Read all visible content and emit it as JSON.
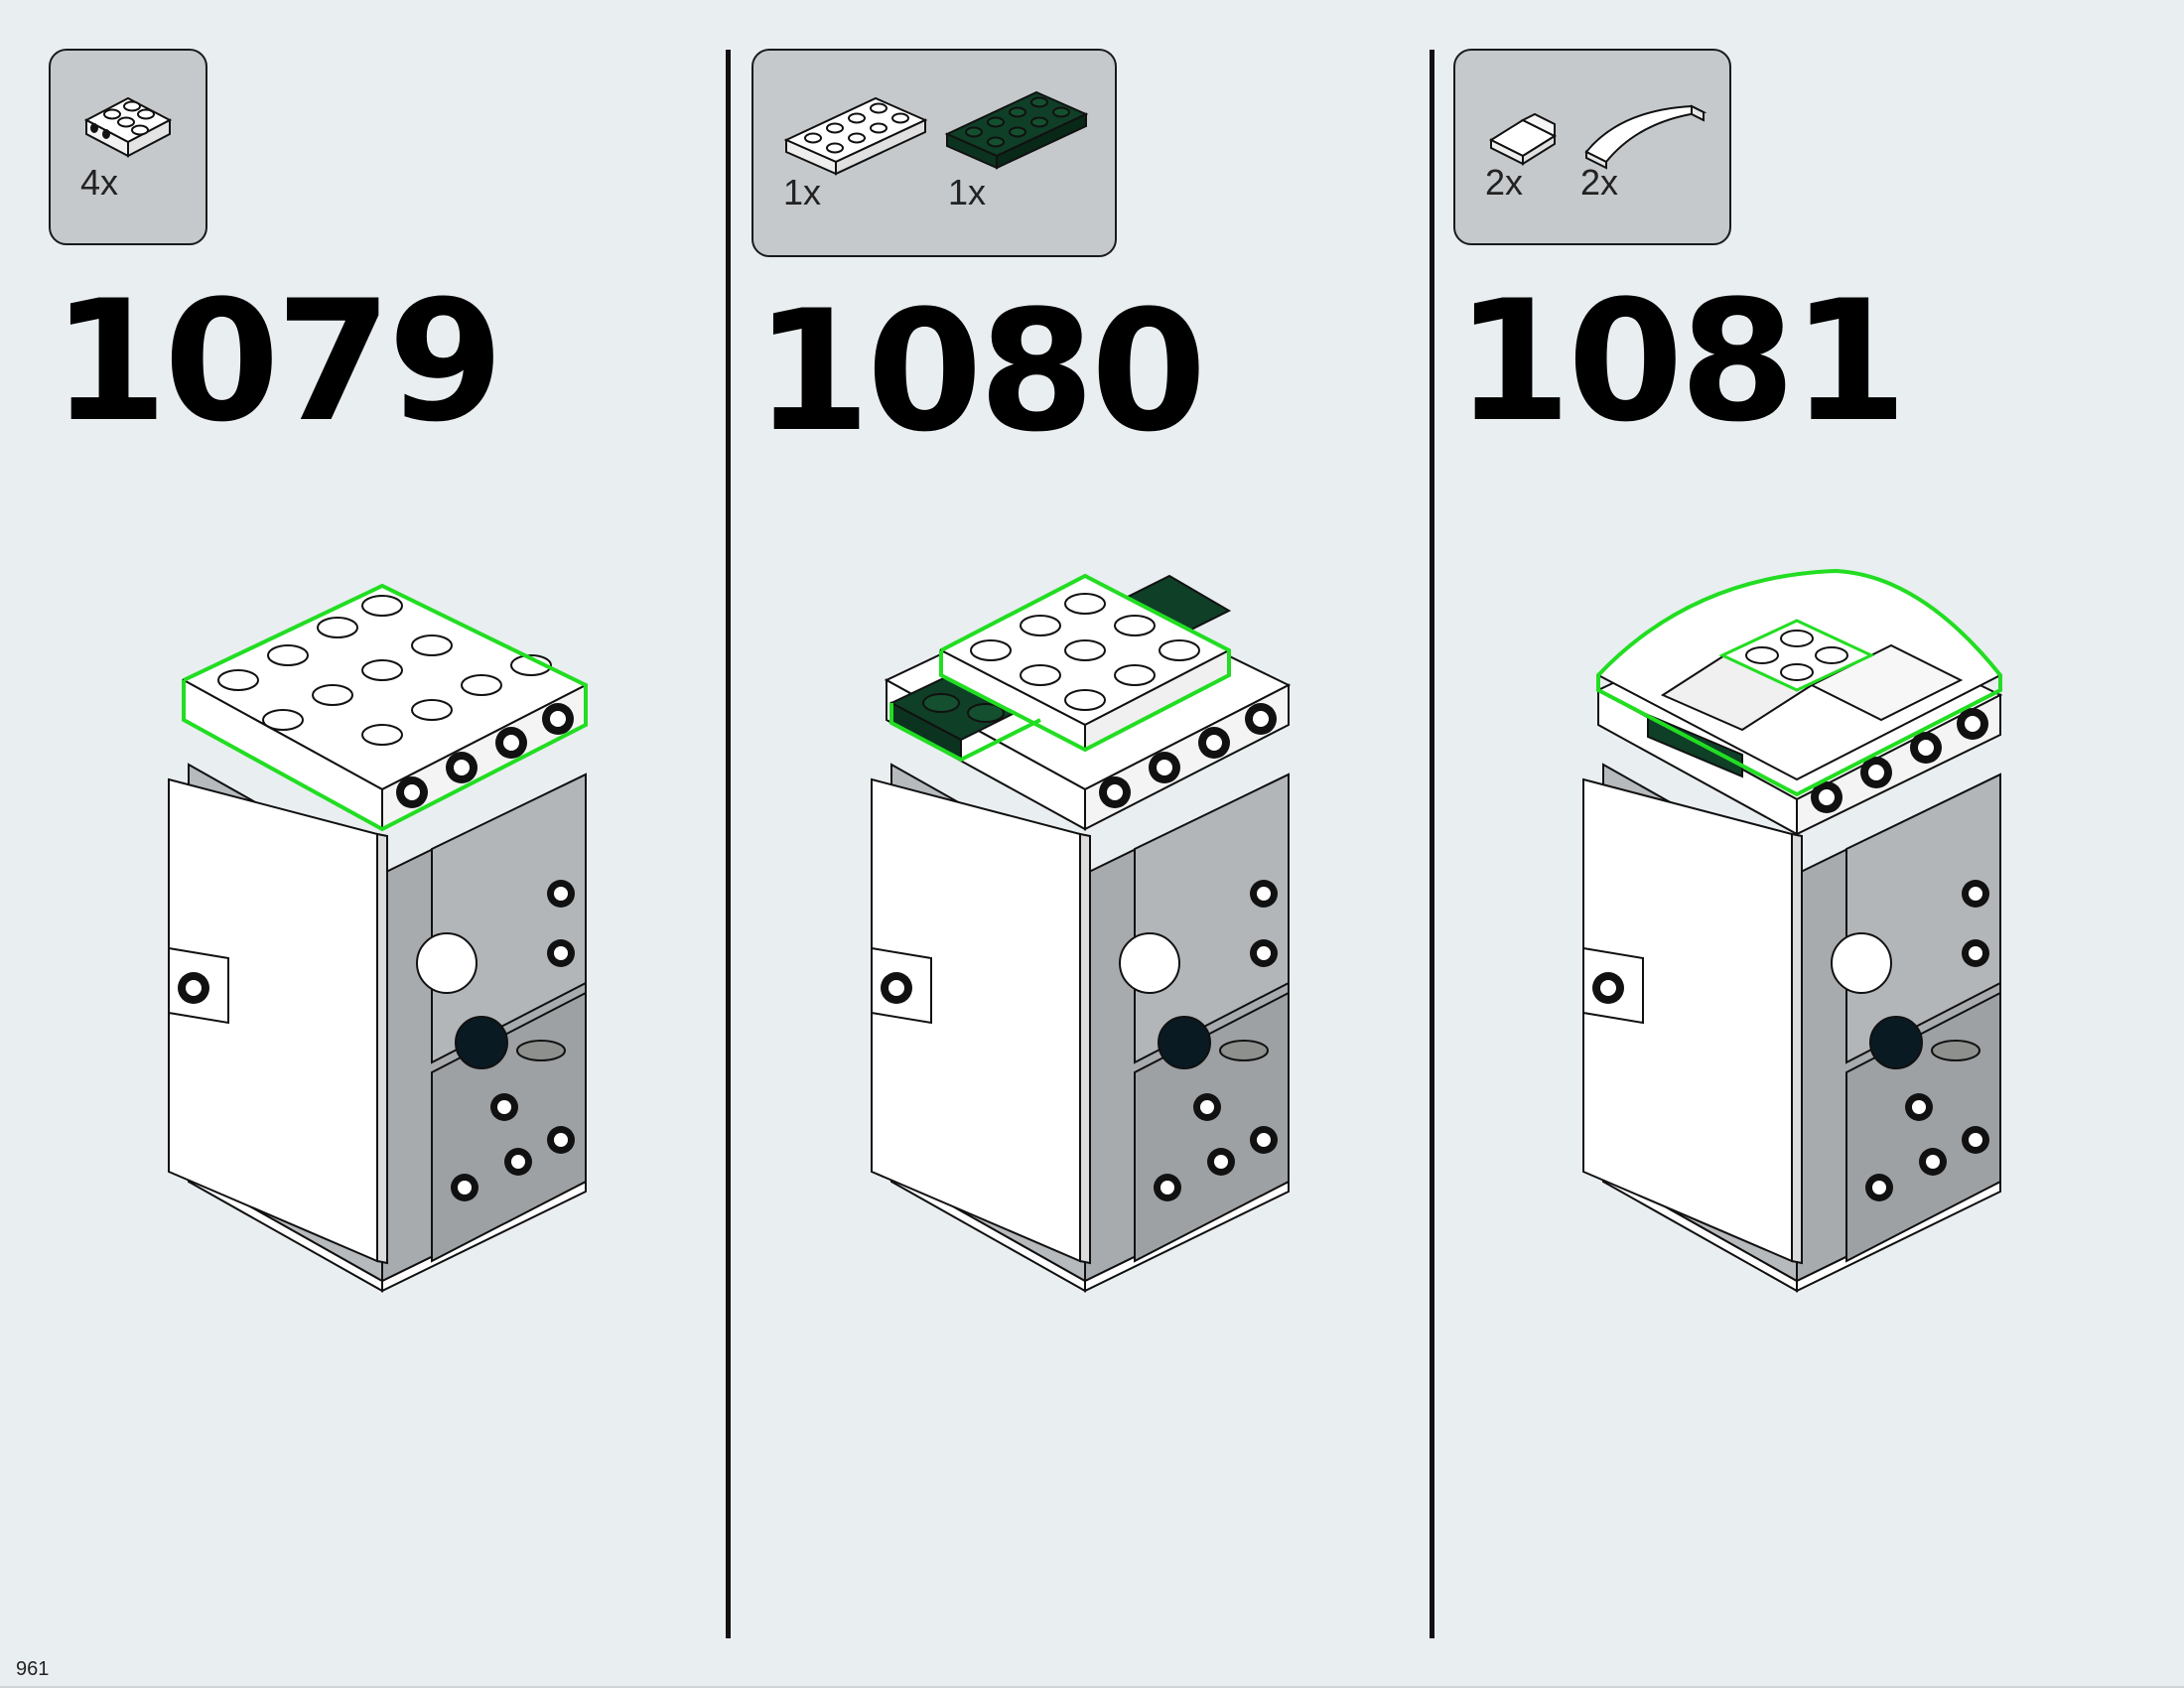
{
  "steps": [
    {
      "number": "1079",
      "parts": [
        {
          "qty": "4x",
          "piece": "white-bracket-plate-icon",
          "color": "#ffffff"
        }
      ]
    },
    {
      "number": "1080",
      "parts": [
        {
          "qty": "1x",
          "piece": "white-plate-2x4-icon",
          "color": "#ffffff"
        },
        {
          "qty": "1x",
          "piece": "dark-green-plate-2x4-icon",
          "color": "#0f3f27"
        }
      ]
    },
    {
      "number": "1081",
      "parts": [
        {
          "qty": "2x",
          "piece": "white-slope-icon",
          "color": "#ffffff"
        },
        {
          "qty": "2x",
          "piece": "white-curved-slope-icon",
          "color": "#ffffff"
        }
      ]
    }
  ],
  "page_number": "961",
  "colors": {
    "background": "#e9eef1",
    "parts_box": "#c5c9cc",
    "highlight": "#22dd22",
    "dark_green": "#0f3f27",
    "light_gray": "#a8abae",
    "white": "#ffffff"
  }
}
